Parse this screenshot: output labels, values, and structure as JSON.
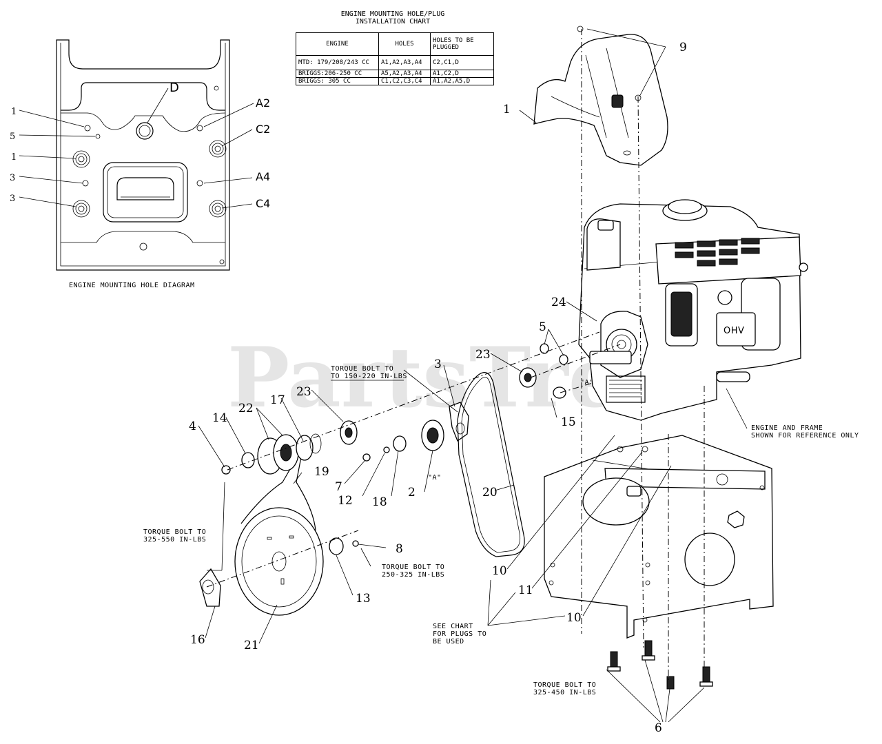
{
  "chart": {
    "title_line1": "ENGINE MOUNTING HOLE/PLUG",
    "title_line2": "INSTALLATION CHART",
    "headers": [
      "ENGINE",
      "HOLES",
      "HOLES TO BE PLUGGED"
    ],
    "rows": [
      {
        "engine": "MTD: 179/208/243 CC",
        "holes": "A1,A2,A3,A4",
        "plugged": "C2,C1,D"
      },
      {
        "engine": "BRIGGS:206-250 CC",
        "holes": "A5,A2,A3,A4",
        "plugged": "A1,C2,D"
      },
      {
        "engine": "BRIGGS: 305 CC",
        "holes": "C1,C2,C3,C4",
        "plugged": "A1,A2,A5,D"
      }
    ]
  },
  "hole_diagram": {
    "caption": "ENGINE MOUNTING HOLE DIAGRAM",
    "labels": {
      "d": "D",
      "a2": "A2",
      "c2": "C2",
      "a4": "A4",
      "c4": "C4",
      "l1a": "1",
      "l5": "5",
      "l1b": "1",
      "l3a": "3",
      "l3b": "3"
    }
  },
  "watermark": "PartsTree",
  "notes": {
    "torque1_l1": "TORQUE BOLT TO",
    "torque1_l2": "TO 150-220 IN-LBS",
    "torque2_l1": "TORQUE BOLT TO",
    "torque2_l2": "325-550 IN-LBS",
    "torque3_l1": "TORQUE BOLT TO",
    "torque3_l2": "250-325 IN-LBS",
    "torque4_l1": "TORQUE BOLT TO",
    "torque4_l2": "325-450 IN-LBS",
    "plugs_l1": "SEE CHART",
    "plugs_l2": "FOR PLUGS TO",
    "plugs_l3": "BE USED",
    "engine_l1": "ENGINE AND FRAME",
    "engine_l2": "SHOWN FOR REFERENCE ONLY",
    "a_mark1": "\"A\"",
    "a_mark2": "\"A\"",
    "ohv": "OHV"
  },
  "callouts": {
    "c1": "1",
    "c2": "2",
    "c3": "3",
    "c4": "4",
    "c5": "5",
    "c6": "6",
    "c7": "7",
    "c8": "8",
    "c9": "9",
    "c10a": "10",
    "c10b": "10",
    "c11": "11",
    "c12": "12",
    "c13": "13",
    "c14": "14",
    "c15": "15",
    "c16": "16",
    "c17": "17",
    "c18": "18",
    "c19": "19",
    "c20": "20",
    "c21": "21",
    "c22": "22",
    "c23a": "23",
    "c23b": "23",
    "c24": "24"
  }
}
